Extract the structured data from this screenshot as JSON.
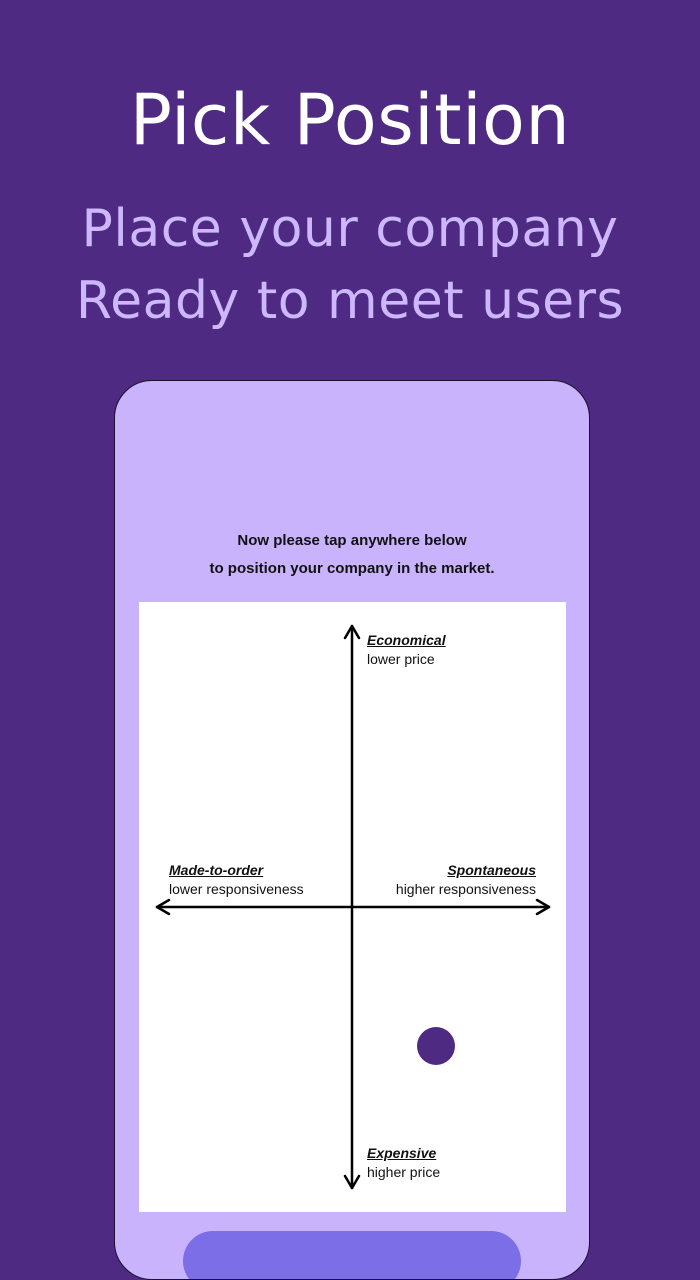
{
  "header": {
    "title": "Pick Position",
    "subtitle_line1": "Place your company",
    "subtitle_line2": "Ready to meet users"
  },
  "screen": {
    "instruction_line1": "Now please tap anywhere below",
    "instruction_line2": "to position your company in the market.",
    "axes": {
      "top": {
        "title": "Economical",
        "sub": "lower price"
      },
      "bottom": {
        "title": "Expensive",
        "sub": "higher price"
      },
      "left": {
        "title": "Made-to-order",
        "sub": "lower responsiveness"
      },
      "right": {
        "title": "Spontaneous",
        "sub": "higher responsiveness"
      }
    },
    "marker_color": "#4e2a82"
  },
  "colors": {
    "background": "#4e2a82",
    "phone_screen": "#c9b3fc",
    "subtitle": "#cdb8ff",
    "button": "#7b6ee6"
  }
}
